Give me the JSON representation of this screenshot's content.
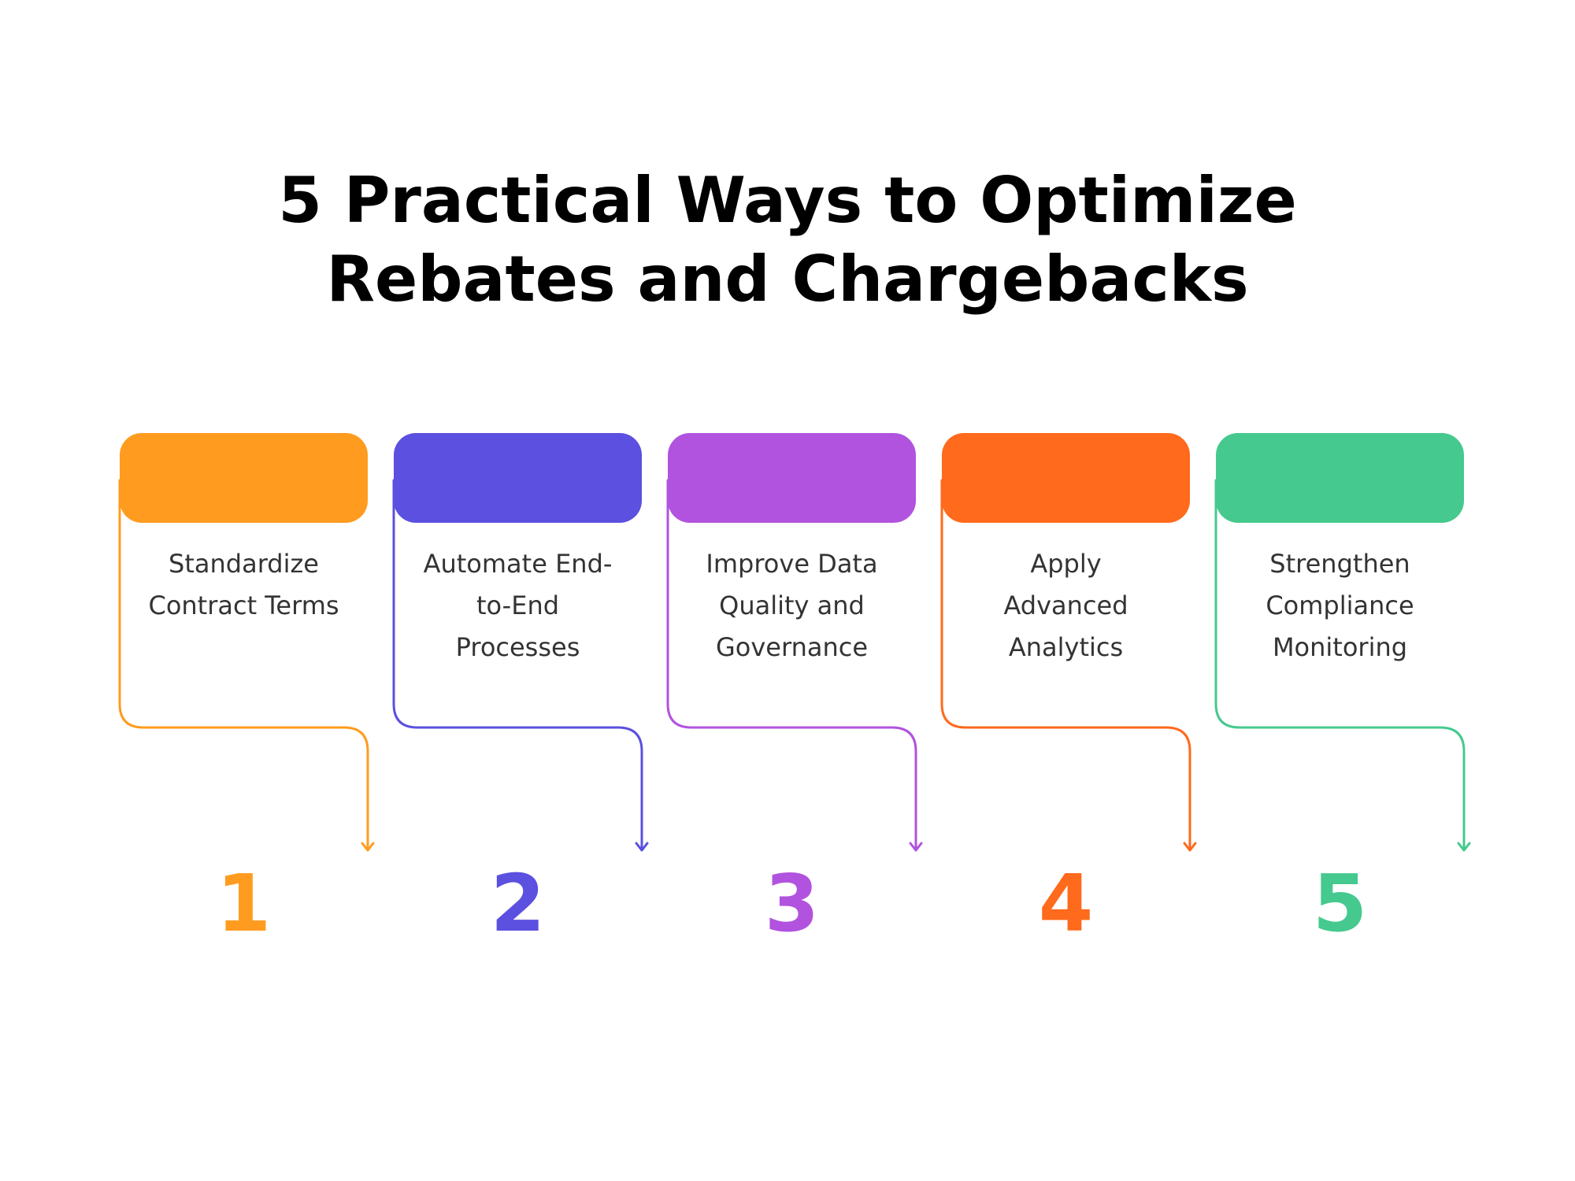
{
  "title": {
    "line1": "5 Practical Ways to Optimize",
    "line2": "Rebates and Chargebacks"
  },
  "steps": [
    {
      "number": "1",
      "lines": [
        "Standardize",
        "Contract Terms"
      ],
      "color": "#FF9C1F"
    },
    {
      "number": "2",
      "lines": [
        "Automate End-",
        "to-End",
        "Processes"
      ],
      "color": "#5B50DF"
    },
    {
      "number": "3",
      "lines": [
        "Improve Data",
        "Quality and",
        "Governance"
      ],
      "color": "#B153DE"
    },
    {
      "number": "4",
      "lines": [
        "Apply",
        "Advanced",
        "Analytics"
      ],
      "color": "#FF6A1C"
    },
    {
      "number": "5",
      "lines": [
        "Strengthen",
        "Compliance",
        "Monitoring"
      ],
      "color": "#45C98E"
    }
  ]
}
